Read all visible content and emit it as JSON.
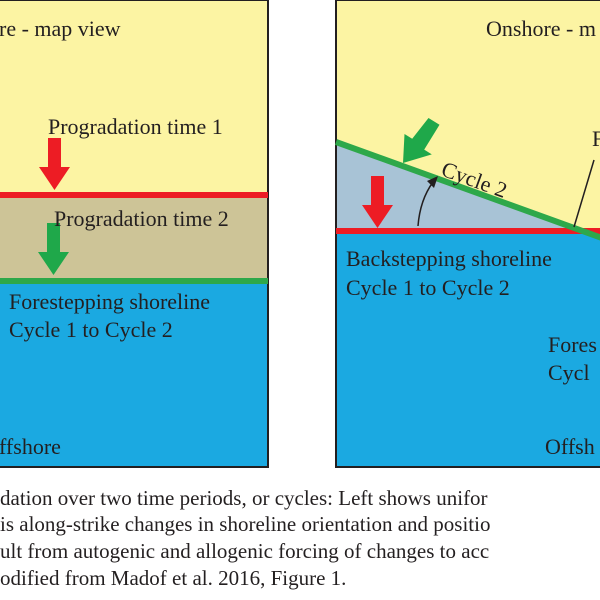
{
  "left_panel": {
    "title": "re - map view",
    "progradation_time_1": "Progradation time 1",
    "progradation_time_2": "Progradation time 2",
    "shoreline_line1": "Forestepping shoreline",
    "shoreline_line2": "Cycle 1 to Cycle 2",
    "offshore": "ffshore"
  },
  "right_panel": {
    "title": "Onshore - m",
    "partial_label": "F",
    "cycle_label": "Cycle 2",
    "shoreline_line1": "Backstepping shoreline",
    "shoreline_line2": "Cycle 1 to Cycle 2",
    "fore_line1": "Fores",
    "fore_line2": "Cycl",
    "offshore": "Offsh"
  },
  "caption": {
    "line1": "dation over two time periods, or cycles: Left shows unifor",
    "line2": "is along-strike changes in shoreline orientation and positio",
    "line3": "ult from autogenic and allogenic forcing of changes to acc",
    "line4": "odified from Madof et al. 2016, Figure 1."
  },
  "colors": {
    "onshore": "#fcf4a3",
    "offshore": "#1ba9e1",
    "transgressed_wedge": "#a8c3d6",
    "prograded_band": "#cdc497",
    "cycle1_shoreline": "#ed1c24",
    "cycle2_shoreline": "#2ea84a",
    "arrow_red": "#ed1c24",
    "arrow_green": "#1fa84a"
  }
}
